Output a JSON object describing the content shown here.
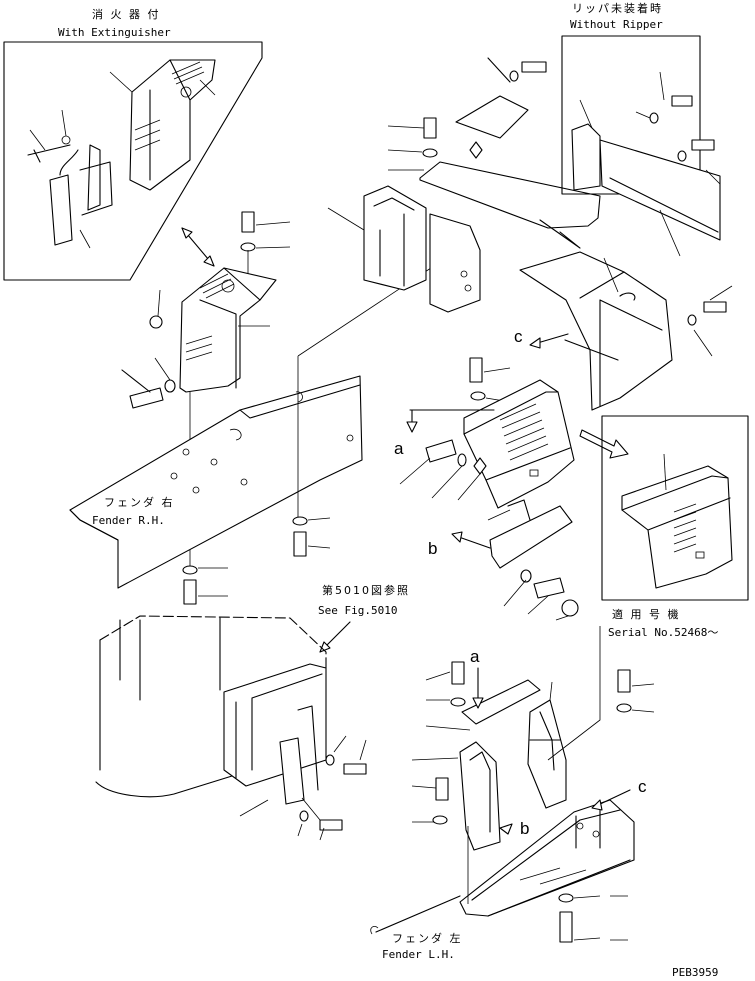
{
  "labels": {
    "extinguisher_jp": "消 火 器 付",
    "extinguisher_en": "With Extinguisher",
    "ripper_jp": "リッパ未装着時",
    "ripper_en": "Without Ripper",
    "fender_rh_jp": "フェンダ 右",
    "fender_rh_en": "Fender R.H.",
    "see_fig_jp": "第5010図参照",
    "see_fig_en": "See Fig.5010",
    "serial_jp": "適 用 号 機",
    "serial_en": "Serial No.52468～",
    "fender_lh_jp": "フェンダ 左",
    "fender_lh_en": "Fender L.H.",
    "drawing_no": "PEB3959"
  },
  "callouts": {
    "a": "a",
    "b": "b",
    "c": "c"
  }
}
